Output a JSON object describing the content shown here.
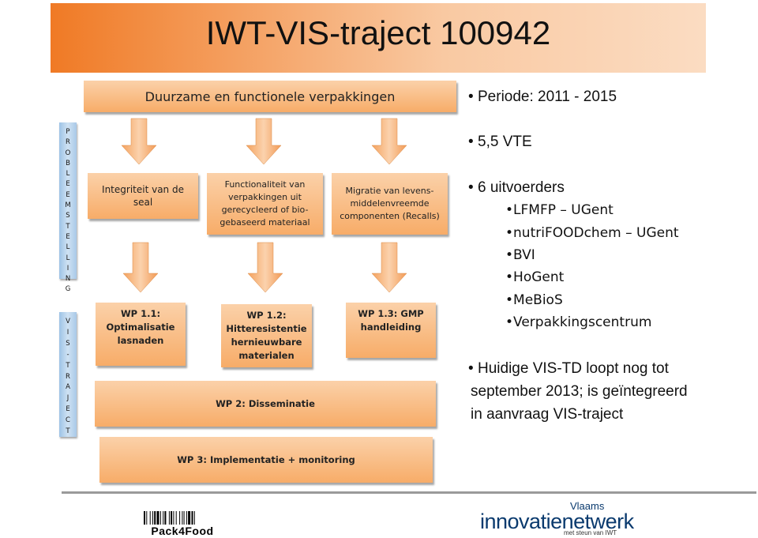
{
  "title": "IWT-VIS-traject 100942",
  "diagram": {
    "header": "Duurzame en functionele verpakkingen",
    "problems": [
      "Integriteit van de seal",
      "Functionaliteit van verpakkingen uit gerecycleerd of bio-gebaseerd materiaal",
      "Migratie van levens-middelenvreemde componenten (Recalls)"
    ],
    "wp_row": [
      "WP 1.1: Optimalisatie lasnaden",
      "WP 1.2: Hitteresistentie hernieuwbare materialen",
      "WP 1.3: GMP handleiding"
    ],
    "wp2": "WP 2: Disseminatie",
    "wp3": "WP 3: Implementatie + monitoring",
    "side_label_top": [
      "P",
      "R",
      "O",
      "B",
      "L",
      "E",
      "E",
      "M",
      "S",
      "T",
      "E",
      "L",
      "L",
      "I",
      "N",
      "G"
    ],
    "side_label_bottom": [
      "V",
      "I",
      "S",
      "-",
      "T",
      "R",
      "A",
      "J",
      "E",
      "C",
      "T"
    ]
  },
  "bullets": {
    "periode": "Periode: 2011 - 2015",
    "vte": "5,5 VTE",
    "uitvoerders": "6 uitvoerders",
    "sub": [
      "LFMFP – UGent",
      "nutriFOODchem – UGent",
      "BVI",
      "HoGent",
      "MeBioS",
      "Verpakkingscentrum"
    ],
    "vistd_1": "Huidige VIS-TD loopt nog tot",
    "vistd_2": "september 2013; is geïntegreerd",
    "vistd_3": "in aanvraag VIS-traject"
  },
  "footer": {
    "barcode_text": "Pack4Food",
    "logo_vlaams": "Vlaams",
    "logo_main": "innovatienetwerk",
    "logo_tag": "met steun van IWT"
  },
  "colors": {
    "banner": "#f07a25",
    "box": "#f7ac68",
    "bar": "#9dc3e6",
    "logo": "#0a3a6e"
  }
}
